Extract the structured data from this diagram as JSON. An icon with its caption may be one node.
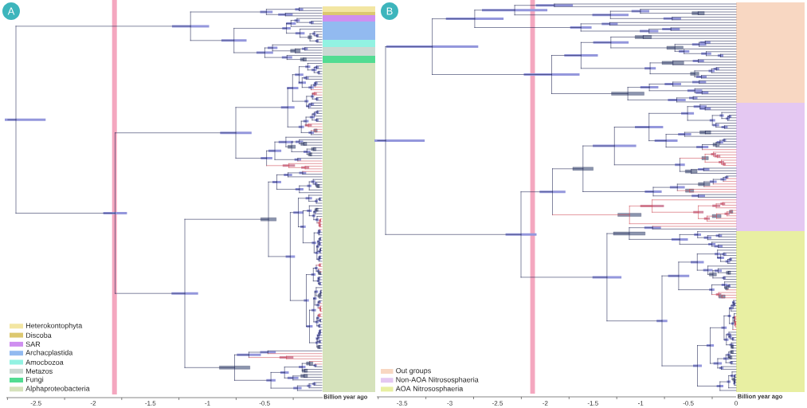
{
  "diagram": {
    "nodes": [
      {
        "text": [
          "A"
        ]
      },
      {
        "text": [
          "B"
        ]
      }
    ],
    "labels": [
      "Billion year ago",
      "-2.5",
      "-2",
      "-1.5",
      "-1",
      "-0.5",
      "Billion year ago",
      "-3.5",
      "-3",
      "-2.5",
      "-2",
      "-1.5",
      "-1",
      "-0.5",
      "0"
    ],
    "legend": [
      {
        "text": "Heterokontophyta",
        "color": "#f3e6a2"
      },
      {
        "text": "Discoba",
        "color": "#dcc870"
      },
      {
        "text": "SAR",
        "color": "#cf8ff0"
      },
      {
        "text": "Archacplastida",
        "color": "#92baf0"
      },
      {
        "text": "Amocbozoa",
        "color": "#92f2e2"
      },
      {
        "text": "Metazos",
        "color": "#cad9d2"
      },
      {
        "text": "Fungi",
        "color": "#52dc92"
      },
      {
        "text": "Alphaproteobacteria",
        "color": "#d5e2bb"
      },
      {
        "text": "Out groups",
        "color": "#f8d7c2"
      },
      {
        "text": "Non-AOA Nitrososphaeria",
        "color": "#e4c8f2"
      },
      {
        "text": "AOA Nitrososphaeria",
        "color": "#e8efa2"
      }
    ]
  }
}
